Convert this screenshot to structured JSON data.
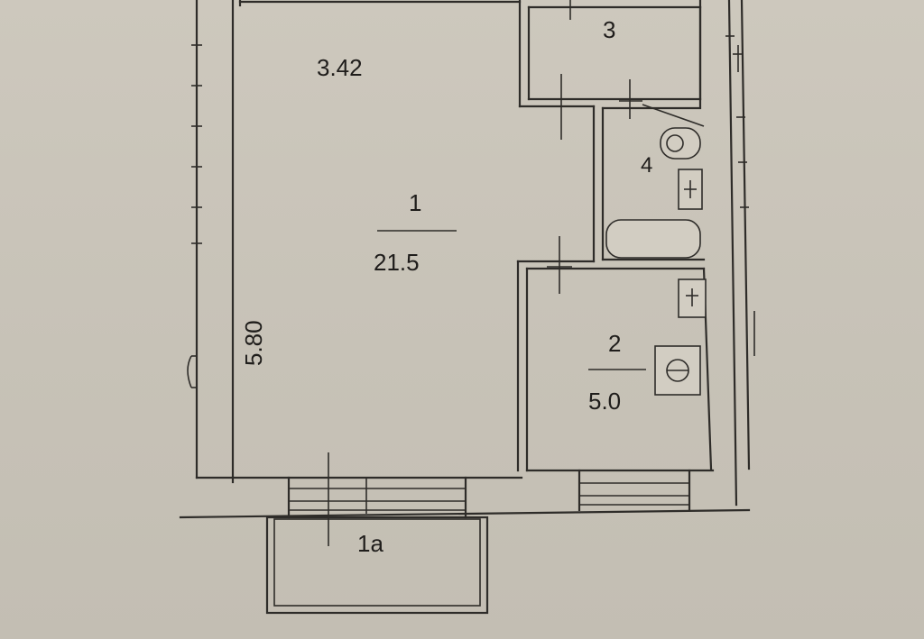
{
  "rooms": {
    "room_1": {
      "number": "1",
      "area": "21.5"
    },
    "room_2": {
      "number": "2",
      "area": "5.0"
    },
    "room_3": {
      "number": "3"
    },
    "room_4": {
      "number": "4"
    },
    "balcony": {
      "number": "1а"
    }
  },
  "dimensions": {
    "top_width": "3.42",
    "left_length": "5.80"
  },
  "colors": {
    "paper": "#cdc8bd",
    "ink": "#2e2c29"
  }
}
